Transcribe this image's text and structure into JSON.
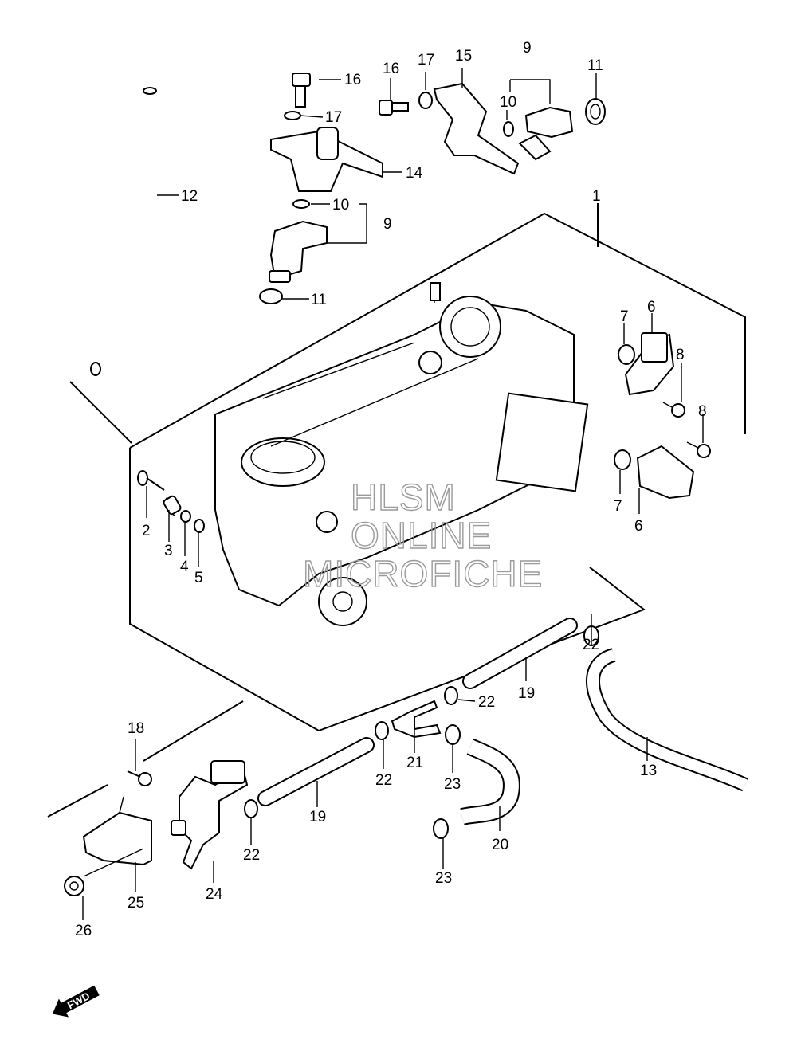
{
  "labels": {
    "n1": "1",
    "n2": "2",
    "n3": "3",
    "n4": "4",
    "n5": "5",
    "n6a": "6",
    "n6b": "6",
    "n7a": "7",
    "n7b": "7",
    "n8a": "8",
    "n8b": "8",
    "n9a": "9",
    "n9b": "9",
    "n10a": "10",
    "n10b": "10",
    "n11a": "11",
    "n11b": "11",
    "n12": "12",
    "n13": "13",
    "n14": "14",
    "n15": "15",
    "n16a": "16",
    "n16b": "16",
    "n17a": "17",
    "n17b": "17",
    "n18": "18",
    "n19a": "19",
    "n19b": "19",
    "n20": "20",
    "n21": "21",
    "n22a": "22",
    "n22b": "22",
    "n22c": "22",
    "n22d": "22",
    "n23a": "23",
    "n23b": "23",
    "n24": "24",
    "n25": "25",
    "n26": "26"
  },
  "watermark": {
    "line1": "HLSM",
    "line2": "ONLINE",
    "line3": "MICROFICHE"
  },
  "fwd_arrow": {
    "label": "FWD"
  },
  "colors": {
    "line": "#000000",
    "watermark": "#9a9a9a",
    "background": "#ffffff"
  }
}
